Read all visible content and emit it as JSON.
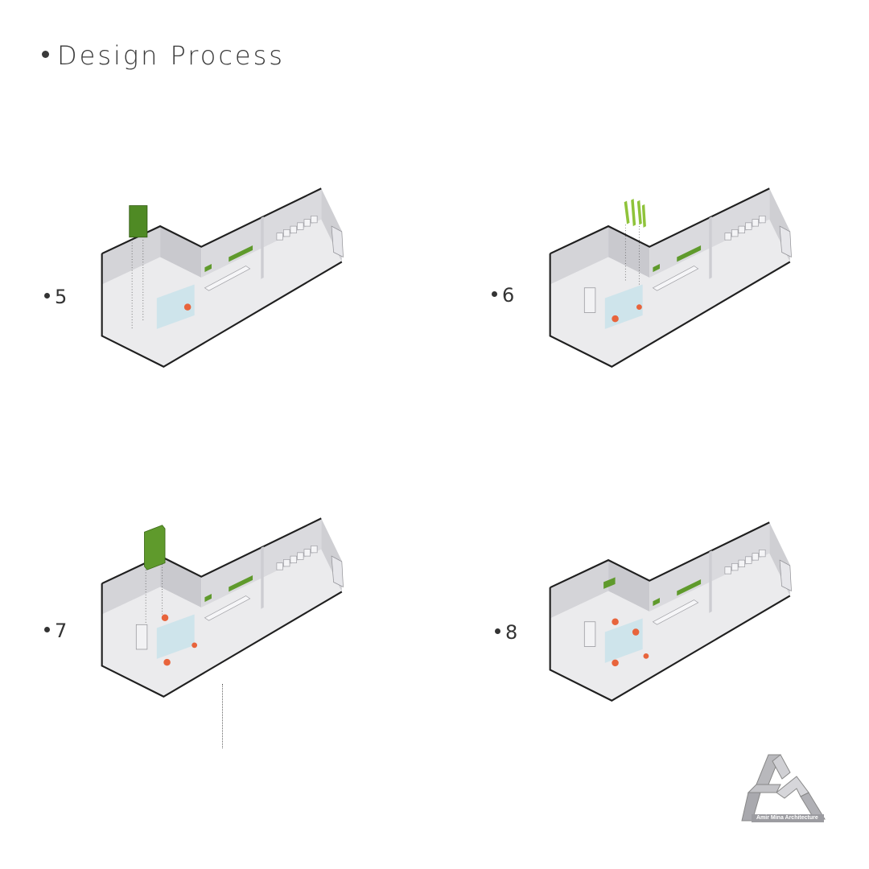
{
  "title": "Design Process",
  "steps": [
    {
      "label": "5"
    },
    {
      "label": "6"
    },
    {
      "label": "7"
    },
    {
      "label": "8"
    }
  ],
  "logo": {
    "text": "Amir Mina Architecture"
  },
  "colors": {
    "text": "#3a3a3a",
    "wall": "#d9d9dc",
    "floor": "#ebebed",
    "outline": "#1f1f1f",
    "green": "#5f9a2c",
    "green_dark": "#3f6d1a",
    "glass": "#bfe0ea",
    "chair": "#e8643c"
  }
}
